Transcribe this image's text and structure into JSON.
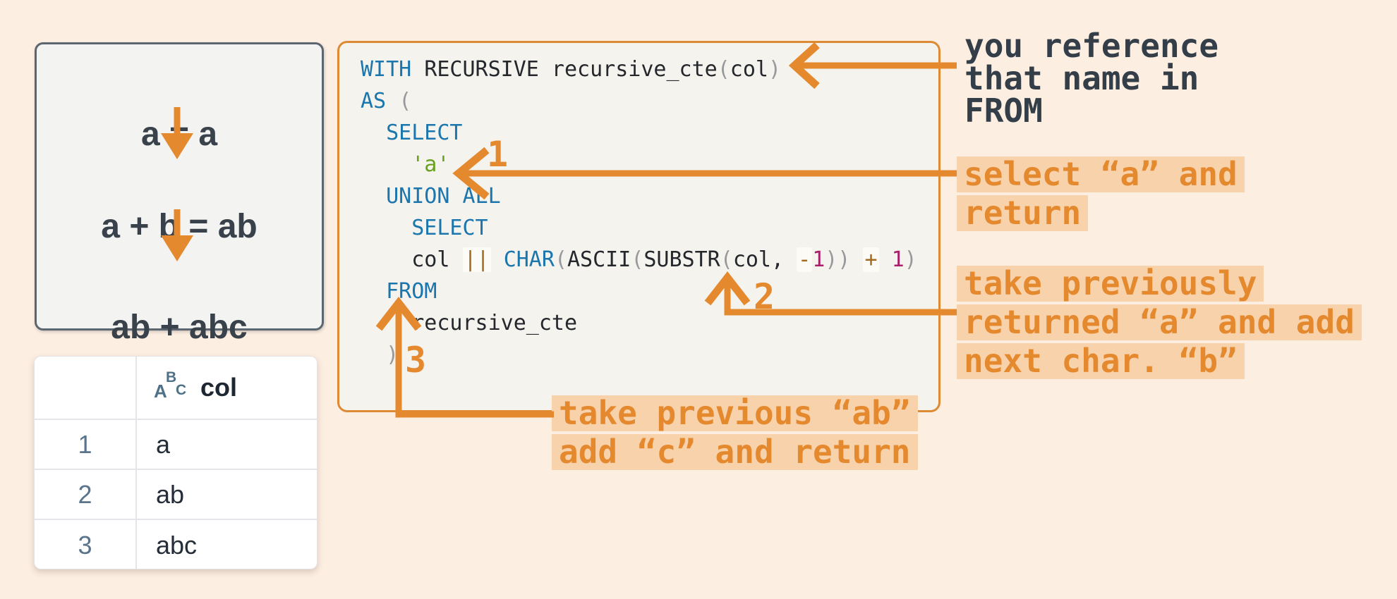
{
  "colors": {
    "page_background": "#fdeee2",
    "accent_orange": "#e5892f",
    "annotation_highlight": "#f8d2ab",
    "code_border": "#dd8a35",
    "code_background": "#f5f3ee",
    "sql_keyword_blue": "#1b76ad",
    "sql_string_green": "#68a11f",
    "sql_number_magenta": "#a81e68",
    "sql_operator_brown": "#a56a1e",
    "table_index_blue": "#59748b"
  },
  "flow_box": {
    "steps": [
      "a = a",
      "a + b = ab",
      "ab + abc"
    ]
  },
  "code_block": {
    "lines": [
      [
        [
          "WITH ",
          "kw"
        ],
        [
          "RECURSIVE recursive_cte",
          "pl"
        ],
        [
          "(",
          "pa"
        ],
        [
          "col",
          "pl"
        ],
        [
          ")",
          "pa"
        ]
      ],
      [
        [
          "AS ",
          "kw"
        ],
        [
          "(",
          "pa"
        ]
      ],
      [
        [
          "  ",
          "pl"
        ],
        [
          "SELECT",
          "kw"
        ]
      ],
      [
        [
          "    ",
          "pl"
        ],
        [
          "'a'",
          "str"
        ]
      ],
      [
        [
          "  ",
          "pl"
        ],
        [
          "UNION ALL",
          "kw"
        ]
      ],
      [
        [
          "    ",
          "pl"
        ],
        [
          "SELECT",
          "kw"
        ]
      ],
      [
        [
          "    col ",
          "pl"
        ],
        [
          "||",
          "op"
        ],
        [
          " ",
          "pl"
        ],
        [
          "CHAR",
          "kw"
        ],
        [
          "(",
          "pa"
        ],
        [
          "ASCII",
          "pl"
        ],
        [
          "(",
          "pa"
        ],
        [
          "SUBSTR",
          "pl"
        ],
        [
          "(",
          "pa"
        ],
        [
          "col, ",
          "pl"
        ],
        [
          "-",
          "op"
        ],
        [
          "1",
          "num"
        ],
        [
          "))",
          "pa"
        ],
        [
          " ",
          "pl"
        ],
        [
          "+",
          "op"
        ],
        [
          " ",
          "pl"
        ],
        [
          "1",
          "num"
        ],
        [
          ")",
          "pa"
        ]
      ],
      [
        [
          "  ",
          "pl"
        ],
        [
          "FROM",
          "kw"
        ]
      ],
      [
        [
          "    recursive_cte",
          "pl"
        ]
      ],
      [
        [
          "  ",
          "pl"
        ],
        [
          ")",
          "pa"
        ]
      ]
    ]
  },
  "result_table": {
    "header": {
      "type_icon": "abc-type-icon",
      "icon_letters": [
        "A",
        "B",
        "C"
      ],
      "label": "col"
    },
    "rows": [
      {
        "num": "1",
        "value": "a"
      },
      {
        "num": "2",
        "value": "ab"
      },
      {
        "num": "3",
        "value": "abc"
      }
    ]
  },
  "annotations": {
    "reference": {
      "lines": [
        "you reference",
        "that name in",
        "FROM"
      ]
    },
    "step1": {
      "label": "1",
      "lines": [
        "select “a” and",
        "return"
      ]
    },
    "step2": {
      "label": "2",
      "lines": [
        "take previously",
        "returned “a” and add",
        "next char. “b”"
      ]
    },
    "step3": {
      "label": "3",
      "lines": [
        "take previous “ab”",
        "add “c” and return"
      ]
    }
  }
}
